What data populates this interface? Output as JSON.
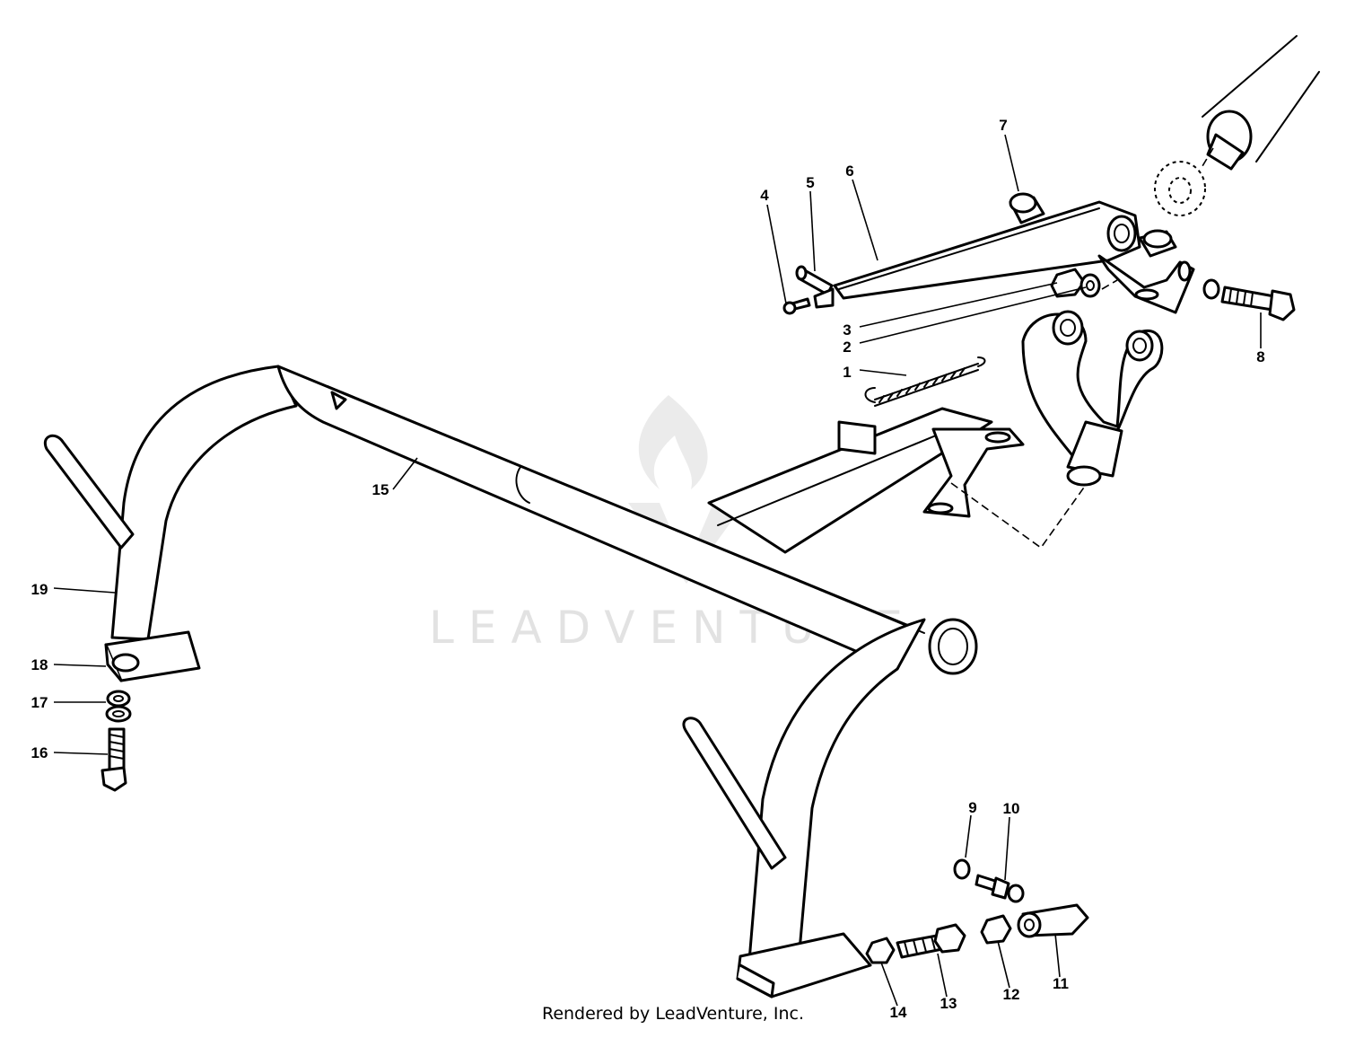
{
  "watermark": {
    "text": "LEADVENTURE"
  },
  "footer": {
    "credit": "Rendered by LeadVenture, Inc."
  },
  "callouts": [
    {
      "id": "1",
      "label": "1"
    },
    {
      "id": "2",
      "label": "2"
    },
    {
      "id": "3",
      "label": "3"
    },
    {
      "id": "4",
      "label": "4"
    },
    {
      "id": "5",
      "label": "5"
    },
    {
      "id": "6",
      "label": "6"
    },
    {
      "id": "7",
      "label": "7"
    },
    {
      "id": "8",
      "label": "8"
    },
    {
      "id": "9",
      "label": "9"
    },
    {
      "id": "10",
      "label": "10"
    },
    {
      "id": "11",
      "label": "11"
    },
    {
      "id": "12",
      "label": "12"
    },
    {
      "id": "13",
      "label": "13"
    },
    {
      "id": "14",
      "label": "14"
    },
    {
      "id": "15",
      "label": "15"
    },
    {
      "id": "16",
      "label": "16"
    },
    {
      "id": "17",
      "label": "17"
    },
    {
      "id": "18",
      "label": "18"
    },
    {
      "id": "19",
      "label": "19"
    }
  ]
}
